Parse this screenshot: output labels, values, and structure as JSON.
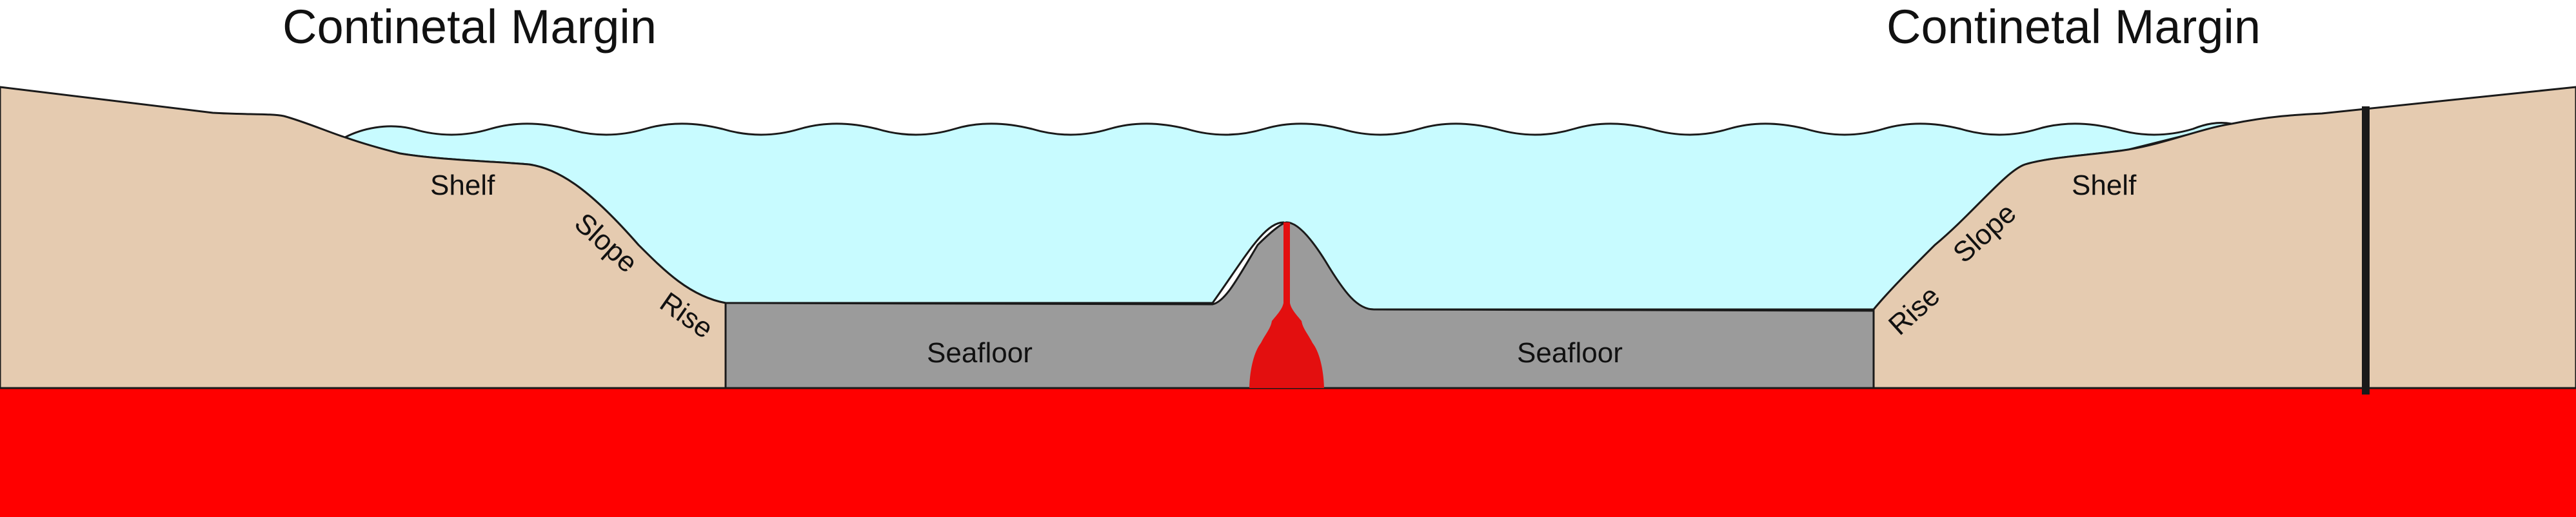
{
  "diagram": {
    "headings": {
      "left": "Continetal Margin",
      "right": "Continetal Margin"
    },
    "labels": {
      "shelf_left": "Shelf",
      "slope_left": "Slope",
      "rise_left": "Rise",
      "seafloor_left": "Seafloor",
      "seafloor_right": "Seafloor",
      "rise_right": "Rise",
      "slope_right": "Slope",
      "shelf_right": "Shelf"
    },
    "colors": {
      "continent": "#e5cbb0",
      "ocean": "#c8fbff",
      "seafloor": "#9b9b9b",
      "mantle": "#ff0000",
      "magma": "#e30f0f",
      "outline": "#1a1a1a"
    }
  }
}
